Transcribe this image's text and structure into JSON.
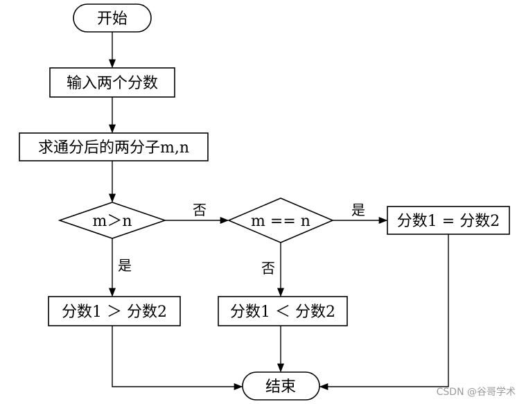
{
  "nodes": {
    "start": "开始",
    "input": "输入两个分数",
    "compute": "求通分后的两分子m,n",
    "cond1": "m＞n",
    "cond2": "m == n",
    "equal": "分数1 = 分数2",
    "greater": "分数1 ＞ 分数2",
    "less": "分数1 ＜ 分数2",
    "end": "结束"
  },
  "edges": {
    "cond1_no": "否",
    "cond1_yes": "是",
    "cond2_yes": "是",
    "cond2_no": "否"
  },
  "watermark": "CSDN @谷哥学术"
}
